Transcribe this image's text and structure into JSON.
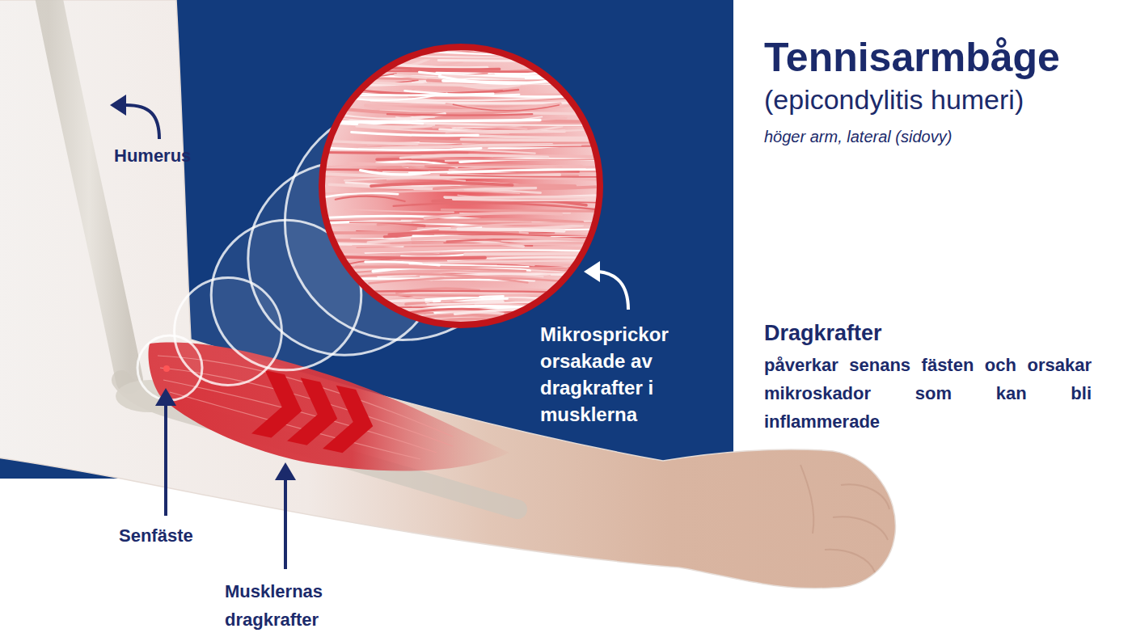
{
  "diagram": {
    "title": "Tennisarmbåge",
    "labels": [
      "(epicondylitis humeri)",
      "höger arm, lateral (sidovy)",
      "Humerus",
      "Mikrosprickor orsakade av dragkrafter i musklerna",
      "Dragkrafter",
      "påverkar senans fästen och orsakar mikroskador som kan bli inflammerade",
      "Senfäste",
      "Musklernas dragkrafter"
    ]
  }
}
